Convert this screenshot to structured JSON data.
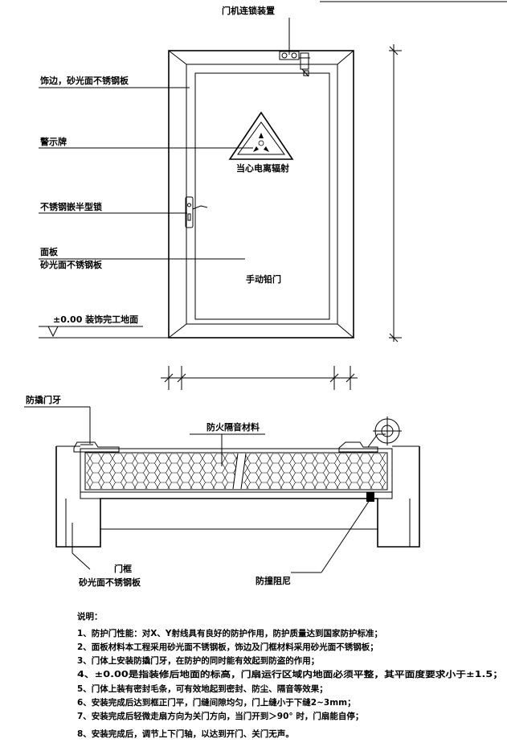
{
  "elevation": {
    "interlock_label": "门机连锁装置",
    "trim_label": "饰边，砂光面不锈钢板",
    "sign_label": "警示牌",
    "sign_caption": "当心电离辐射",
    "lock_label": "不锈钢嵌半型锁",
    "panel_label_1": "面板",
    "panel_label_2": "砂光面不锈钢板",
    "door_name": "手动铅门",
    "floor_label": "±0.00  装饰完工地面"
  },
  "section": {
    "anti_pinch_label": "防撬门牙",
    "fill_label": "防火隔音材料",
    "frame_label_1": "门框",
    "frame_label_2": "砂光面不锈钢板",
    "damper_label": "防撞阻尼"
  },
  "notes": {
    "title": "说明：",
    "items": [
      "1、防护门性能：对X、Y射线具有良好的防护作用，防护质量达到国家防护标准；",
      "2、面板材料本工程采用砂光面不锈钢板，饰边及门框材料采用砂光面不锈钢板；",
      "3、门体上安装防撬门牙，在防护的同时能有效起到防盗的作用；",
      "4、±0.00是指装修后地面的标高，门扇运行区域内地面必须平整，其平面度要求小于±1.5；",
      "5、门体上装有密封毛条，可有效地起到密封、防尘、隔音等效果；",
      "6、安装完成后达到框正门平，门缝间隙均匀，门上缝小于下缝2~3mm；",
      "7、安装完成后轻微走扇方向为关门方向，当门开到＞90° 时，门扇能自停；",
      "8、安装完成后，调节上下门轴，以达到开门、关门无声。"
    ]
  }
}
